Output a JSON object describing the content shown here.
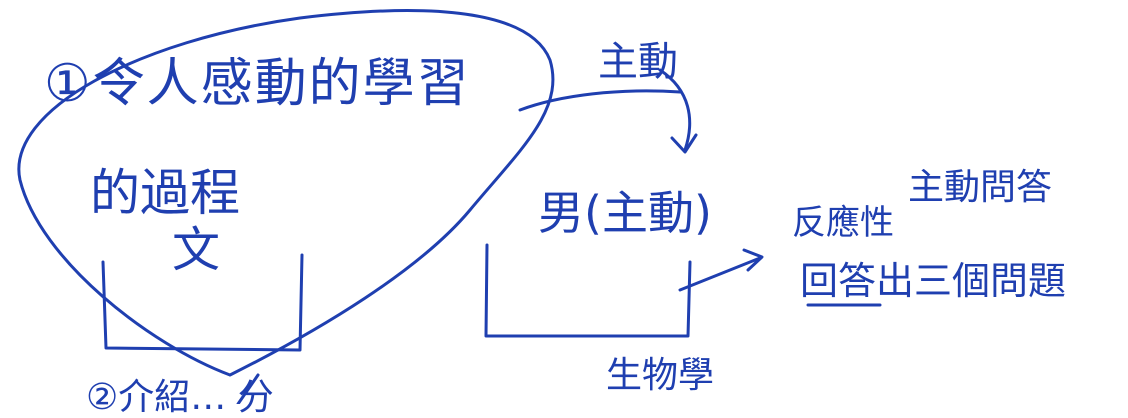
{
  "notes": {
    "line1": "①令人感動的學習",
    "line2": "的過程",
    "line2b": "文",
    "top_right": "主動",
    "middle": "男(主動)",
    "right_top_a": "反應性",
    "right_top_b": "主動問答",
    "right_bottom": "回答出三個問題",
    "bottom_center": "生物學",
    "bottom_left": "②介紹… 分"
  },
  "colors": {
    "ink": "#1f3fb0"
  }
}
